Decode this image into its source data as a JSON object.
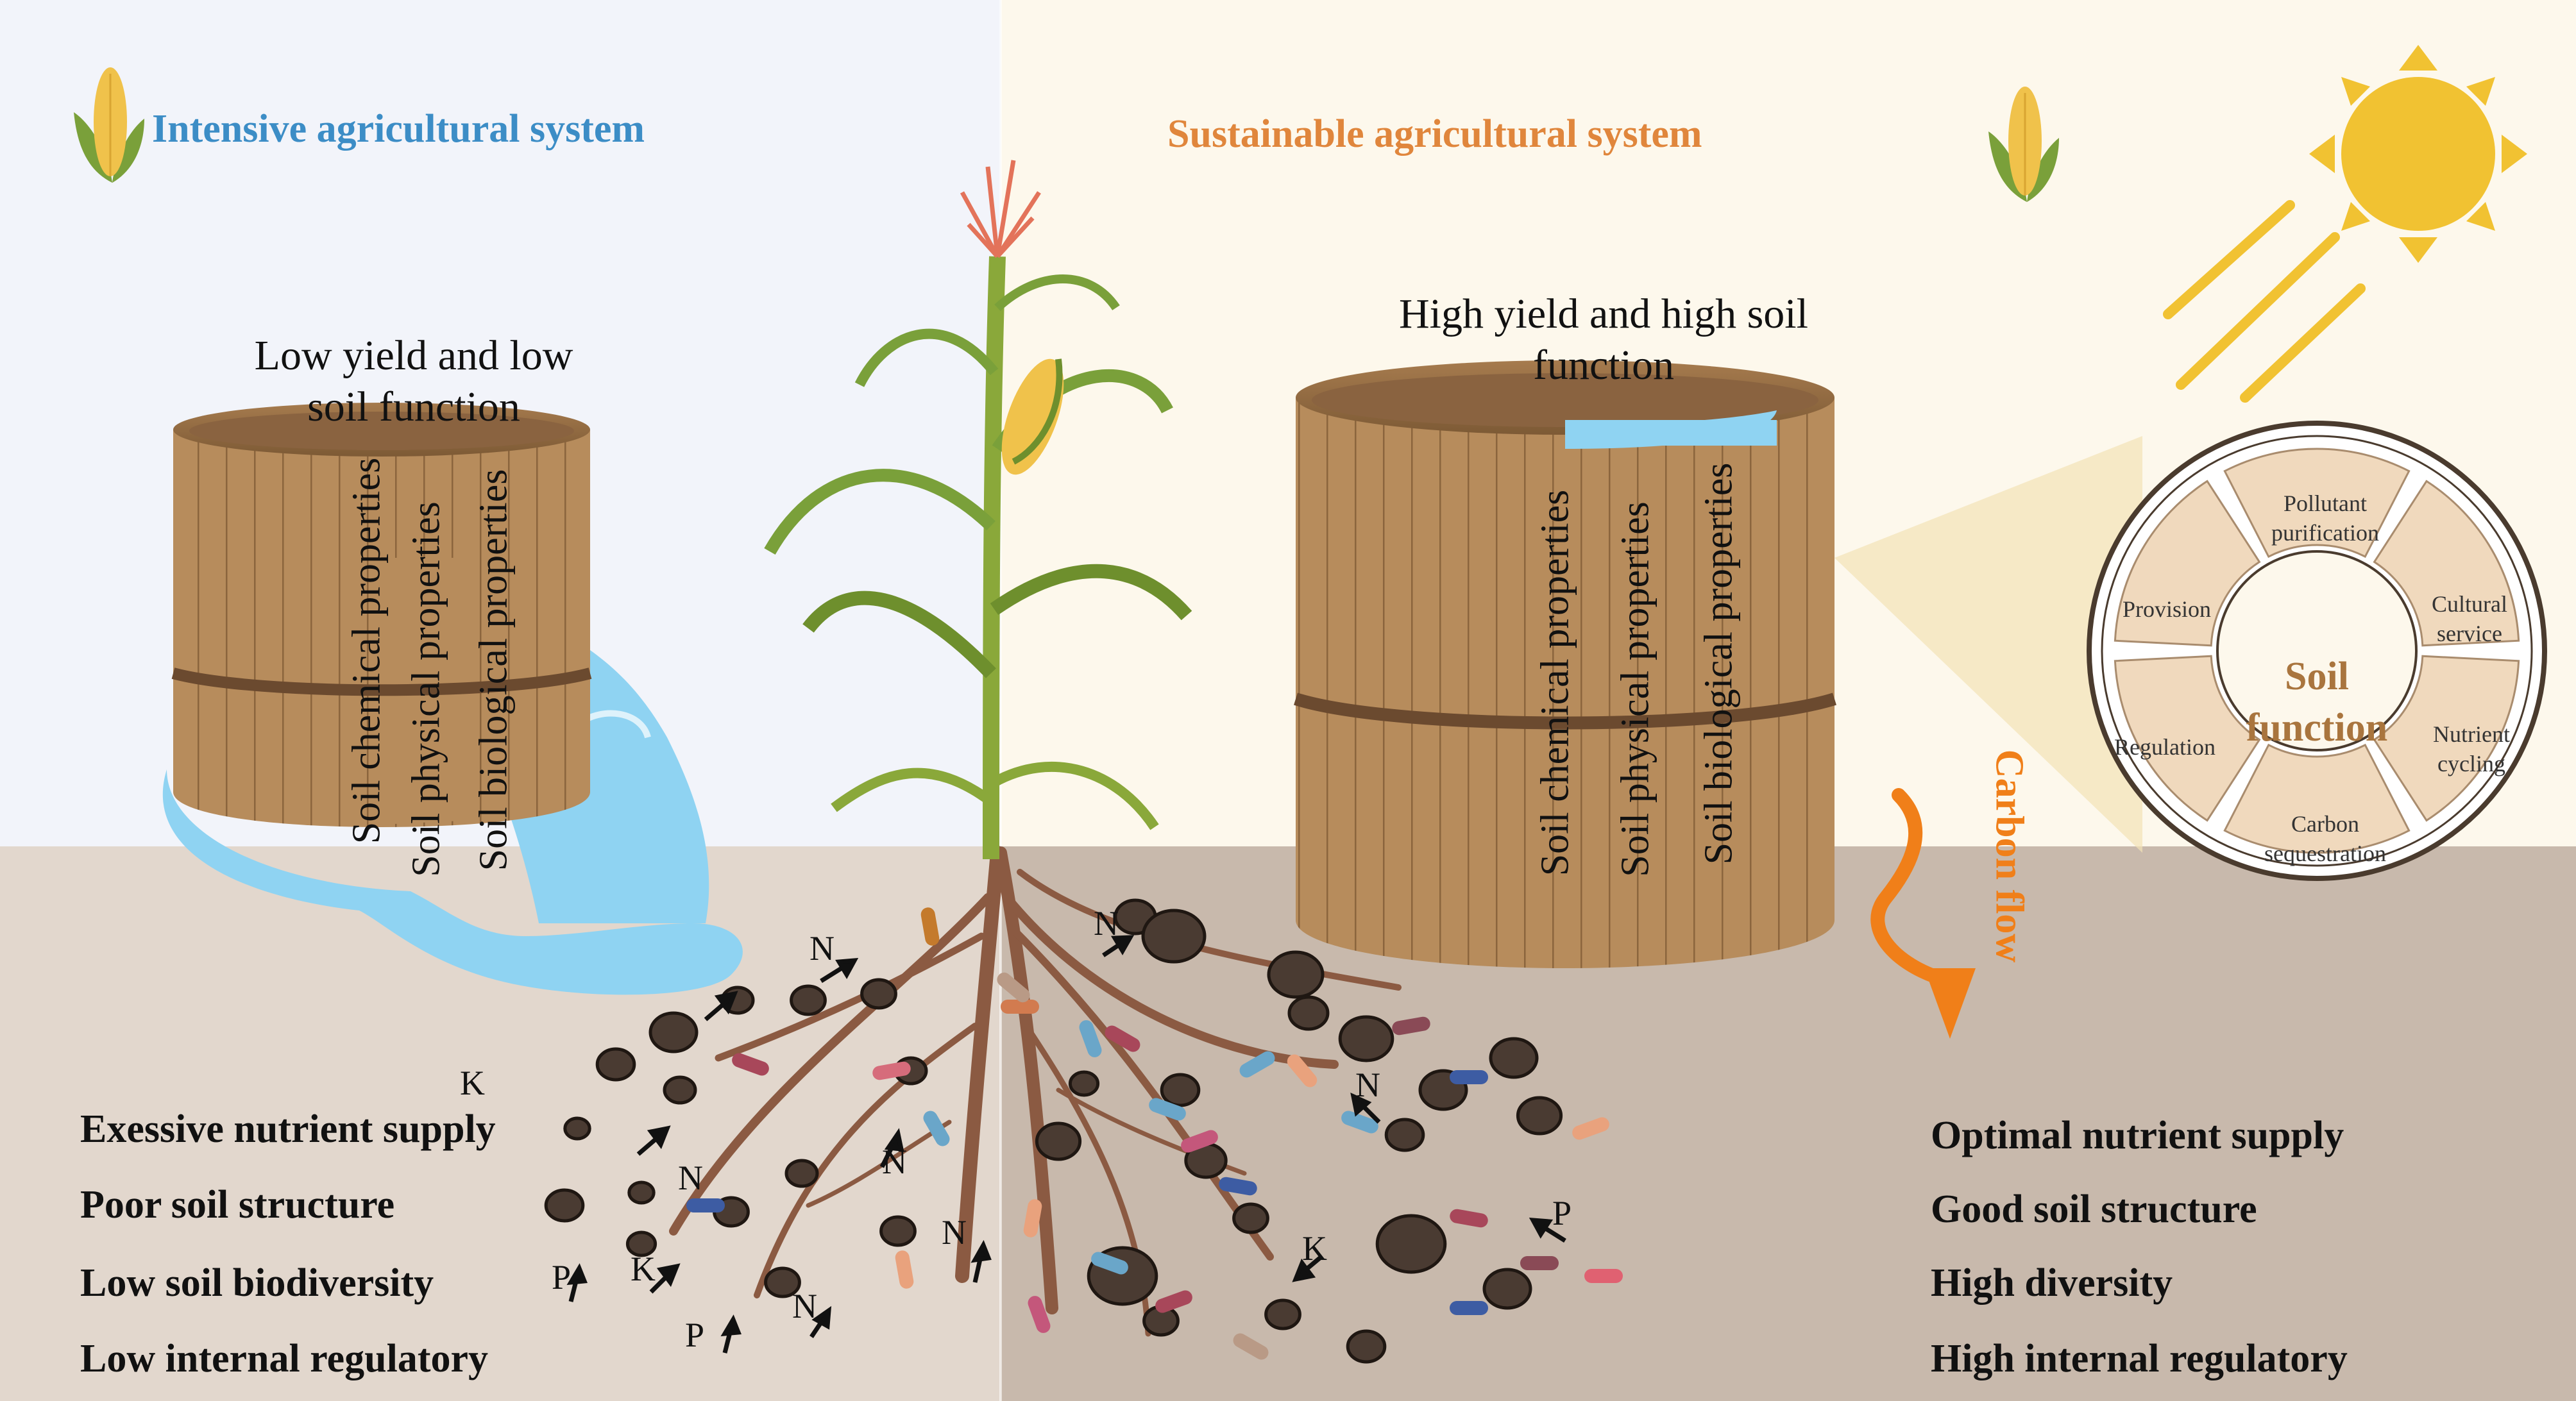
{
  "left_panel": {
    "title": "Intensive agricultural system",
    "title_color": "#3c8dc6",
    "barrel_label": "Low yield and low soil function",
    "staves": [
      "Soil chemical properties",
      "Soil physical properties",
      "Soil biological properties"
    ],
    "bullets": [
      "Exessive nutrient supply",
      "Poor soil structure",
      "Low soil biodiversity",
      "Low internal regulatory"
    ],
    "nutrients": [
      "K",
      "N",
      "N",
      "N",
      "K",
      "P",
      "N",
      "P",
      "N"
    ]
  },
  "right_panel": {
    "title": "Sustainable agricultural system",
    "title_color": "#e0863c",
    "barrel_label": "High yield and high soil function",
    "staves": [
      "Soil chemical properties",
      "Soil physical properties",
      "Soil biological properties"
    ],
    "bullets": [
      "Optimal nutrient supply",
      "Good soil structure",
      "High diversity",
      "High internal regulatory"
    ],
    "nutrients": [
      "N",
      "N",
      "P",
      "K"
    ]
  },
  "carbon_flow": {
    "label": "Carbon flow",
    "color": "#f07f19"
  },
  "soil_function_wheel": {
    "center": "Soil function",
    "center_color": "#a9753e",
    "segments": [
      "Pollutant purification",
      "Cultural service",
      "Nutrient cycling",
      "Carbon sequestration",
      "Regulation",
      "Provision"
    ]
  },
  "colors": {
    "left_sky": "#f2f4fa",
    "right_sky": "#fdf8ec",
    "left_soil": "#e2d7cd",
    "right_soil": "#c8b9ac",
    "barrel": "#b78c5c",
    "water": "#8fd3f2",
    "root": "#8b5a42",
    "sun": "#f1c232"
  }
}
